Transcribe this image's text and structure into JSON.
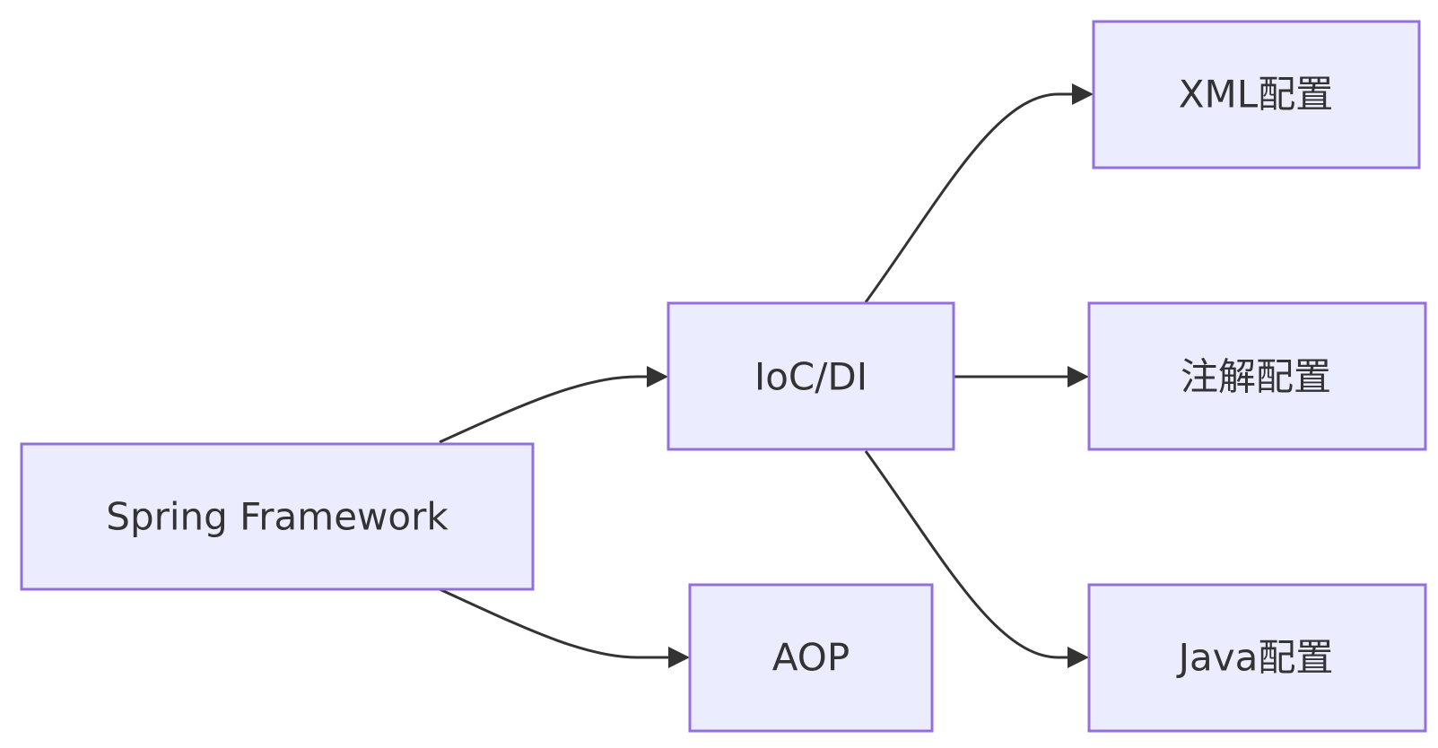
{
  "nodes": {
    "spring": {
      "label": "Spring Framework"
    },
    "ioc": {
      "label": "IoC/DI"
    },
    "aop": {
      "label": "AOP"
    },
    "xml": {
      "label": "XML配置"
    },
    "annotation": {
      "label": "注解配置"
    },
    "java": {
      "label": "Java配置"
    }
  },
  "edges": [
    {
      "from": "spring",
      "to": "ioc"
    },
    {
      "from": "spring",
      "to": "aop"
    },
    {
      "from": "ioc",
      "to": "xml"
    },
    {
      "from": "ioc",
      "to": "annotation"
    },
    {
      "from": "ioc",
      "to": "java"
    }
  ],
  "colors": {
    "node_fill": "#ECECFF",
    "node_border": "#9370DB",
    "edge": "#333333",
    "text": "#333333"
  }
}
